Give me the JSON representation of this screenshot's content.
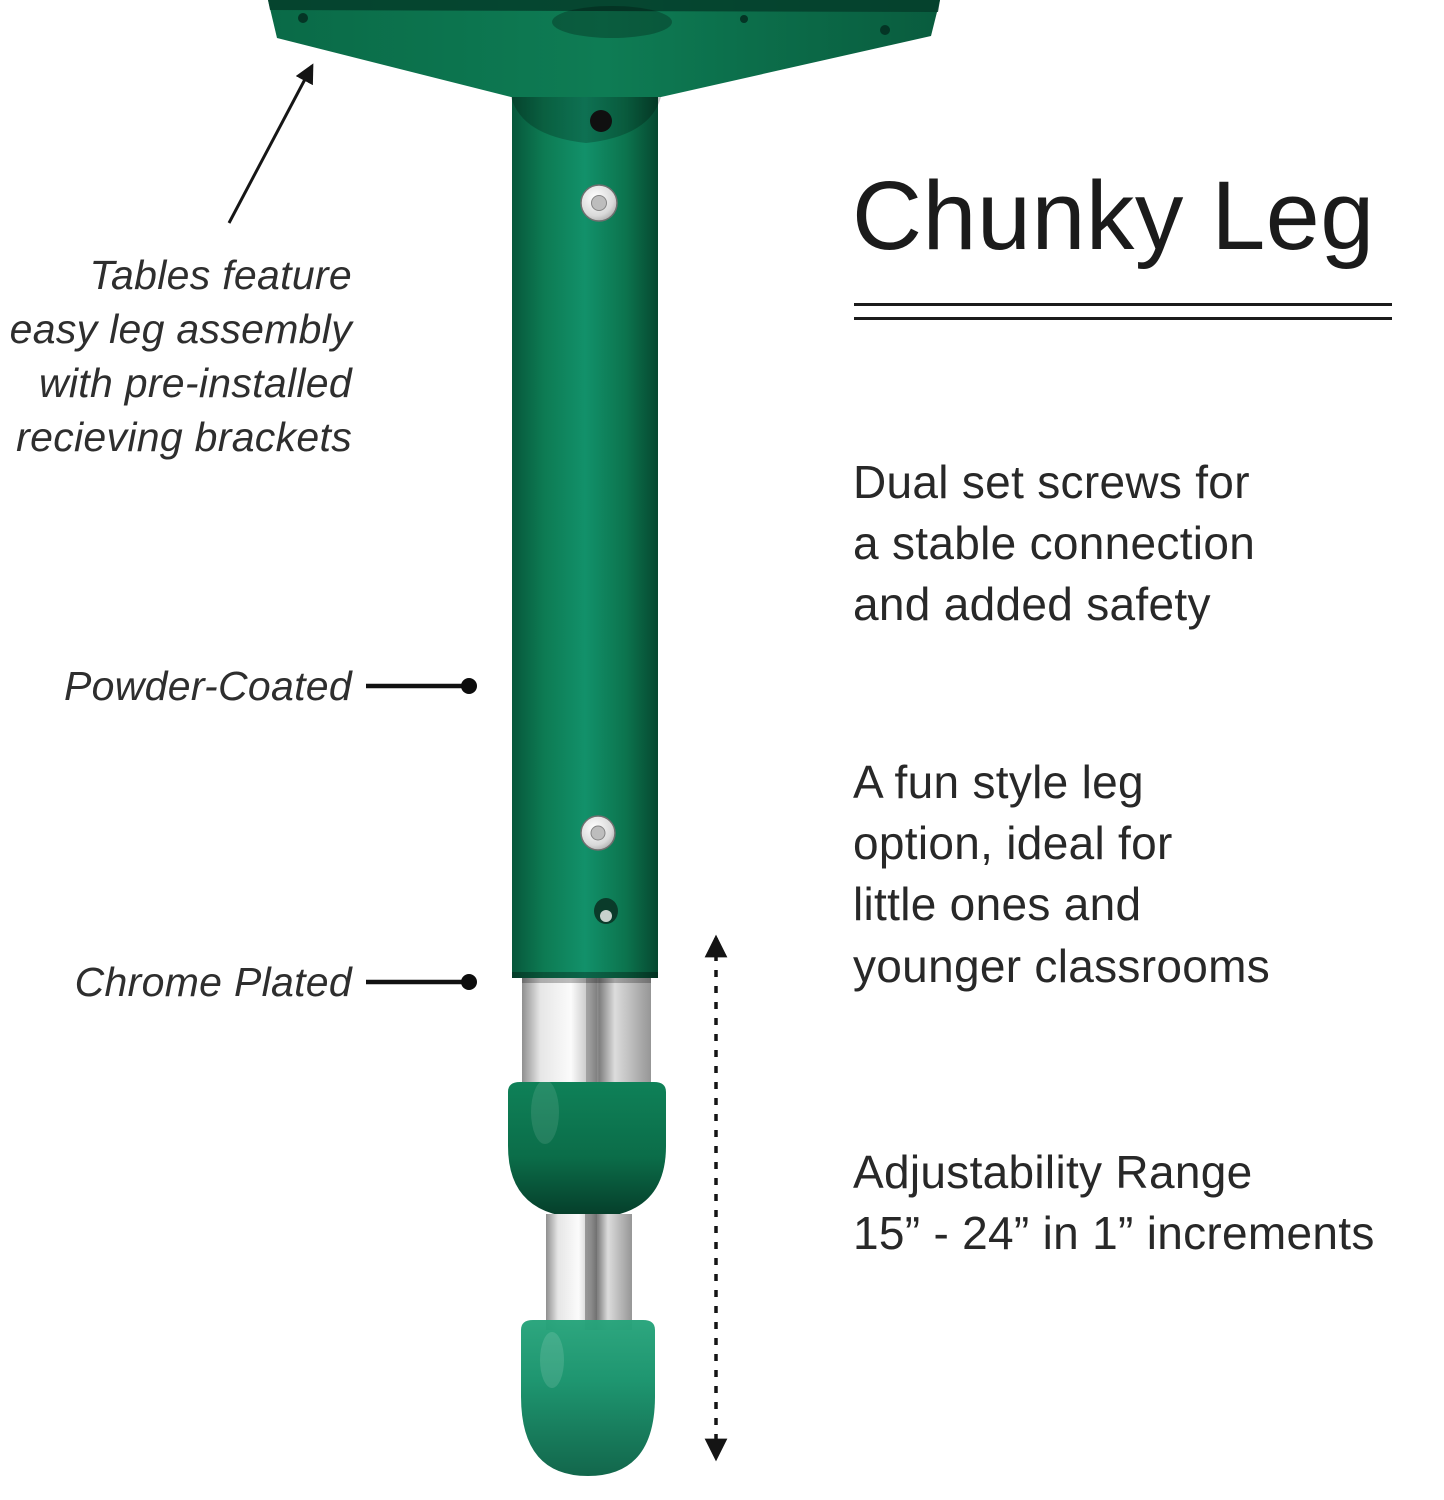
{
  "title": "Chunky Leg",
  "annotations": {
    "assembly": "Tables feature\neasy leg assembly\nwith pre-installed\nrecieving brackets",
    "powder_coated": "Powder-Coated",
    "chrome_plated": "Chrome Plated"
  },
  "features": [
    "Dual set screws for\na stable connection\nand added safety",
    "A fun style leg\noption, ideal for\nlittle ones and\nyounger classrooms",
    "Adjustability Range\n15” - 24” in 1” increments"
  ],
  "illustration": {
    "parts": [
      "mounting-plate",
      "powder-coated-column",
      "dual-set-screws",
      "chrome-plated-tube",
      "adjustment-collar",
      "foot-cap",
      "adjustability-range-arrow"
    ]
  },
  "colors": {
    "green": "#0E7C54",
    "green-dark": "#06432E",
    "teal-foot": "#17926B",
    "ink": "#1B1B1B"
  }
}
